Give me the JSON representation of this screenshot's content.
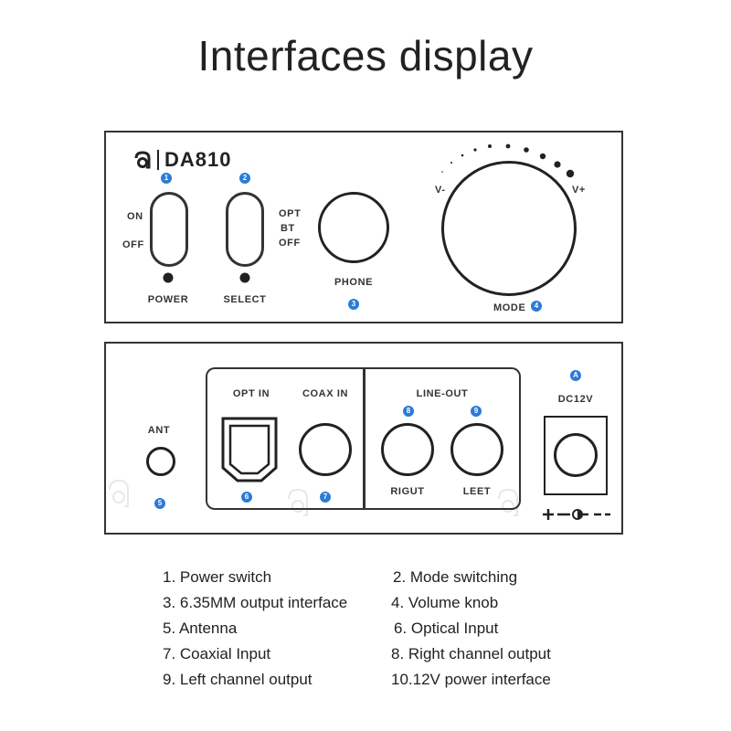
{
  "title": "Interfaces display",
  "front": {
    "brand_logo_text": "a",
    "model": "DA810",
    "power": {
      "on": "ON",
      "off": "OFF",
      "label": "POWER",
      "badge": "1"
    },
    "select": {
      "opt": "OPT",
      "bt": "BT",
      "off": "OFF",
      "label": "SELECT",
      "badge": "2"
    },
    "phone": {
      "label": "PHONE",
      "badge": "3"
    },
    "knob": {
      "v_minus": "V-",
      "v_plus": "V+",
      "label": "MODE",
      "badge": "4"
    }
  },
  "back": {
    "ant": {
      "label": "ANT",
      "badge": "5"
    },
    "opt_in": {
      "label": "OPT IN",
      "badge": "6"
    },
    "coax_in": {
      "label": "COAX IN",
      "badge": "7"
    },
    "line_out": {
      "label": "LINE-OUT",
      "right_label": "RIGUT",
      "right_badge": "8",
      "left_label": "LEET",
      "left_badge": "9"
    },
    "dc": {
      "badge": "A",
      "label": "DC12V"
    }
  },
  "legend": [
    "1. Power switch",
    "2. Mode switching",
    "3. 6.35MM output interface",
    "4. Volume knob",
    "5. Antenna",
    "6. Optical Input",
    "7. Coaxial Input",
    "8. Right channel output",
    "9. Left channel output",
    "10.12V power interface"
  ],
  "colors": {
    "badge": "#2b7bd6",
    "stroke": "#333333"
  }
}
